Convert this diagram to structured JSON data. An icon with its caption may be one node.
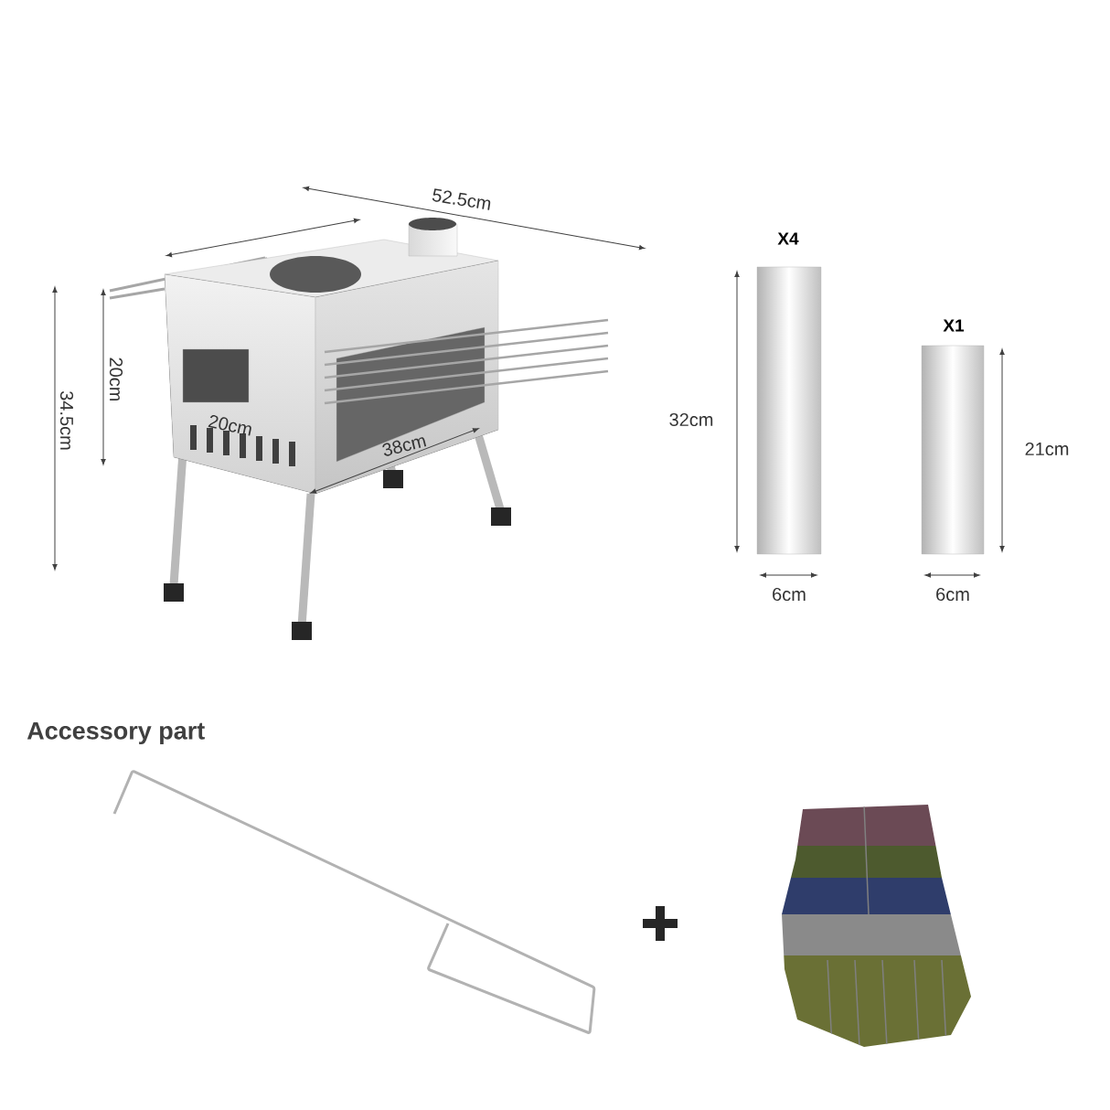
{
  "diagram": {
    "labels": [
      "52.5cm",
      "X4",
      "X1",
      "20cm",
      "34.5cm",
      "32cm",
      "21cm",
      "20cm",
      "38cm",
      "6cm",
      "6cm",
      "Accessory part"
    ]
  }
}
